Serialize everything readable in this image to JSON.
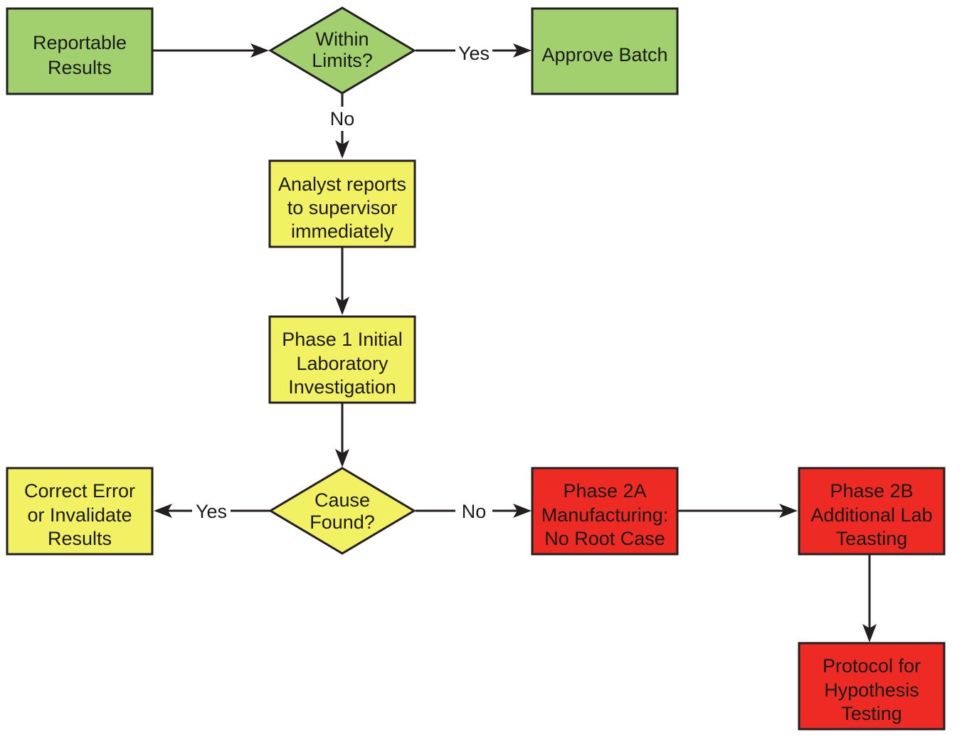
{
  "nodes": {
    "reportable_results": [
      "Reportable",
      "Results"
    ],
    "within_limits": [
      "Within",
      "Limits?"
    ],
    "approve_batch": [
      "Approve Batch"
    ],
    "analyst_reports": [
      "Analyst reports",
      "to supervisor",
      "immediately"
    ],
    "phase1": [
      "Phase 1 Initial",
      "Laboratory",
      "Investigation"
    ],
    "cause_found": [
      "Cause",
      "Found?"
    ],
    "correct_error": [
      "Correct Error",
      "or Invalidate",
      "Results"
    ],
    "phase2a": [
      "Phase 2A",
      "Manufacturing:",
      "No Root Case"
    ],
    "phase2b": [
      "Phase 2B",
      "Additional Lab",
      "Teasting"
    ],
    "protocol": [
      "Protocol for",
      "Hypothesis",
      "Testing"
    ]
  },
  "edges": {
    "within_limits_yes": "Yes",
    "within_limits_no": "No",
    "cause_found_yes": "Yes",
    "cause_found_no": "No"
  },
  "colors": {
    "green": "#a3d06f",
    "yellow": "#f1f163",
    "red": "#ee2a24",
    "outline": "#231f20"
  }
}
